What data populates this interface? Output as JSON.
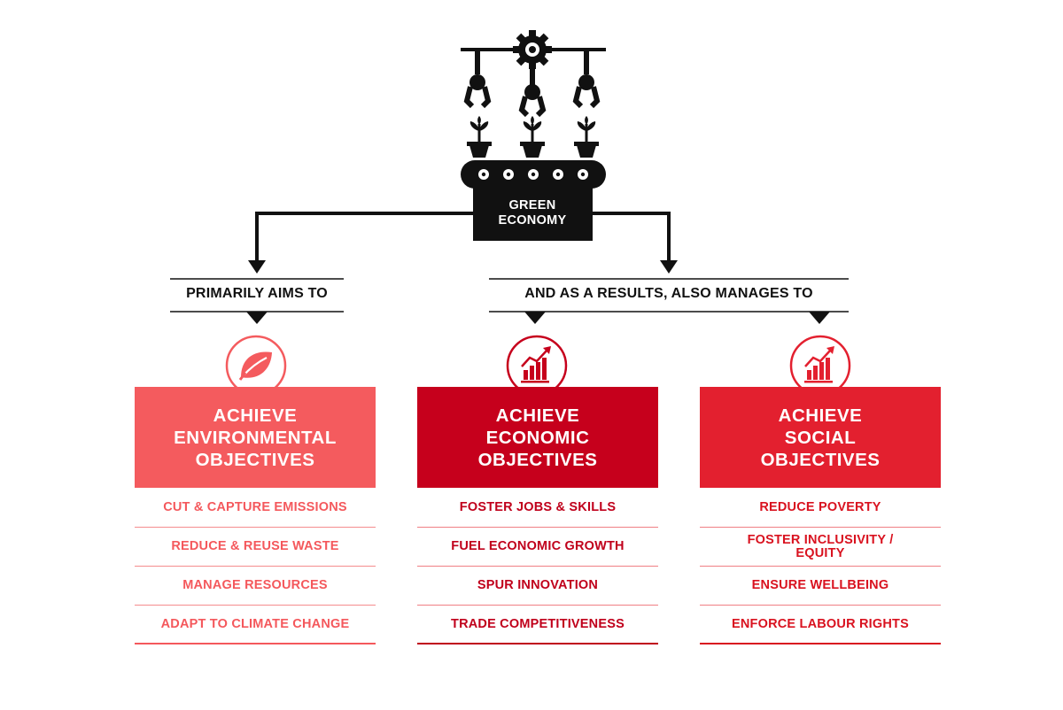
{
  "diagram": {
    "center_title_line1": "GREEN",
    "center_title_line2": "ECONOMY",
    "left_branch_label": "PRIMARILY AIMS TO",
    "right_branch_label": "AND AS A RESULTS, ALSO MANAGES TO",
    "icons": [
      "gear-icon",
      "robot-claw-icon",
      "plant-pot-icon",
      "conveyor-belt-icon",
      "leaf-icon",
      "growth-chart-icon"
    ],
    "colors": {
      "environmental": "#f45b5e",
      "economic": "#c6001c",
      "social": "#e3202f",
      "lines": "#111111"
    },
    "columns": [
      {
        "title": [
          "ACHIEVE",
          "ENVIRONMENTAL",
          "OBJECTIVES"
        ],
        "items": [
          "CUT & CAPTURE EMISSIONS",
          "REDUCE & REUSE WASTE",
          "MANAGE RESOURCES",
          "ADAPT TO CLIMATE CHANGE"
        ]
      },
      {
        "title": [
          "ACHIEVE",
          "ECONOMIC",
          "OBJECTIVES"
        ],
        "items": [
          "FOSTER JOBS & SKILLS",
          "FUEL ECONOMIC GROWTH",
          "SPUR INNOVATION",
          "TRADE COMPETITIVENESS"
        ]
      },
      {
        "title": [
          "ACHIEVE",
          "SOCIAL",
          "OBJECTIVES"
        ],
        "items": [
          "REDUCE POVERTY",
          "FOSTER INCLUSIVITY /\nEQUITY",
          "ENSURE WELLBEING",
          "ENFORCE LABOUR RIGHTS"
        ]
      }
    ]
  }
}
